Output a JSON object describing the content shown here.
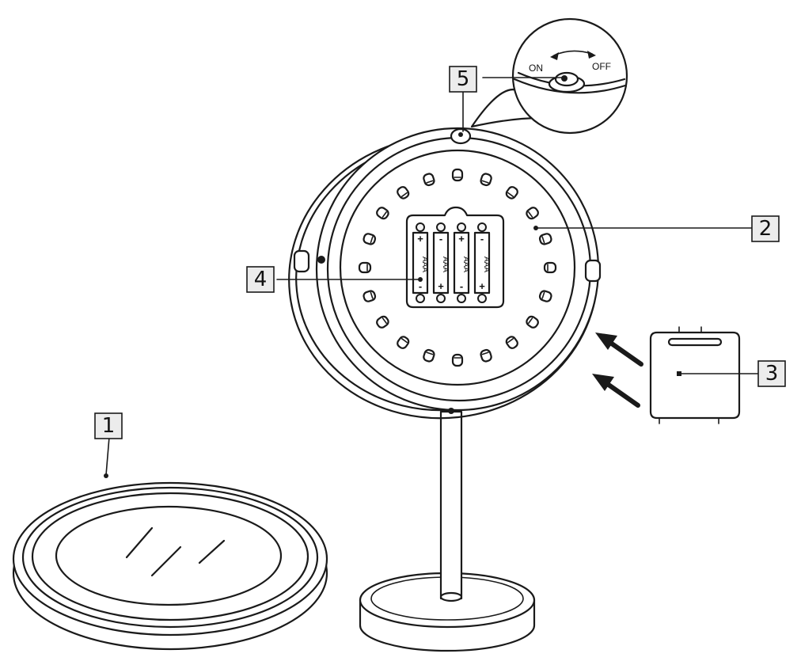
{
  "callouts": [
    {
      "id": "1",
      "label": "1"
    },
    {
      "id": "2",
      "label": "2"
    },
    {
      "id": "3",
      "label": "3"
    },
    {
      "id": "4",
      "label": "4"
    },
    {
      "id": "5",
      "label": "5"
    }
  ],
  "switch": {
    "on_label": "ON",
    "off_label": "OFF"
  },
  "batteries": [
    {
      "type_label": "AAA",
      "top_polarity": "+",
      "bottom_polarity": "-"
    },
    {
      "type_label": "AAA",
      "top_polarity": "-",
      "bottom_polarity": "+"
    },
    {
      "type_label": "AAA",
      "top_polarity": "+",
      "bottom_polarity": "-"
    },
    {
      "type_label": "AAA",
      "top_polarity": "-",
      "bottom_polarity": "+"
    }
  ]
}
